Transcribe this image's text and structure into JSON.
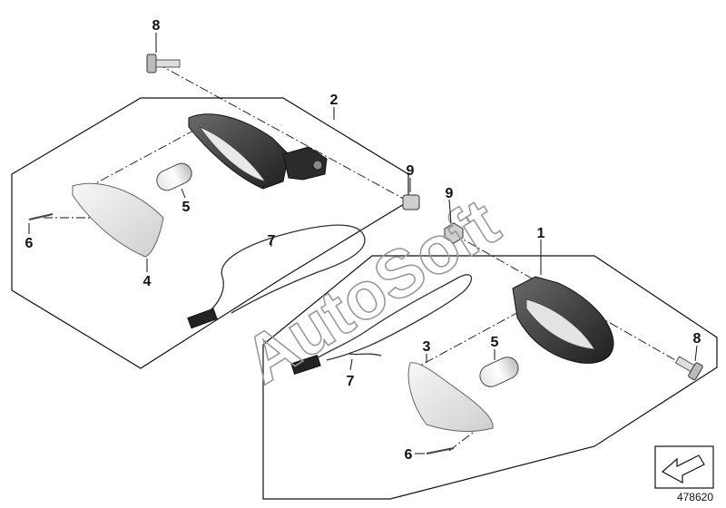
{
  "diagram": {
    "callouts": {
      "c8_top": "8",
      "c2": "2",
      "c9_left": "9",
      "c9_right": "9",
      "c5_upper": "5",
      "c6_left": "6",
      "c7_upper": "7",
      "c4": "4",
      "c1": "1",
      "c3": "3",
      "c5_lower": "5",
      "c8_right": "8",
      "c7_lower": "7",
      "c6_bottom": "6"
    },
    "watermark": "AutoSoft",
    "document_number": "478620",
    "corner_icon": "arrow-stamp-icon"
  }
}
